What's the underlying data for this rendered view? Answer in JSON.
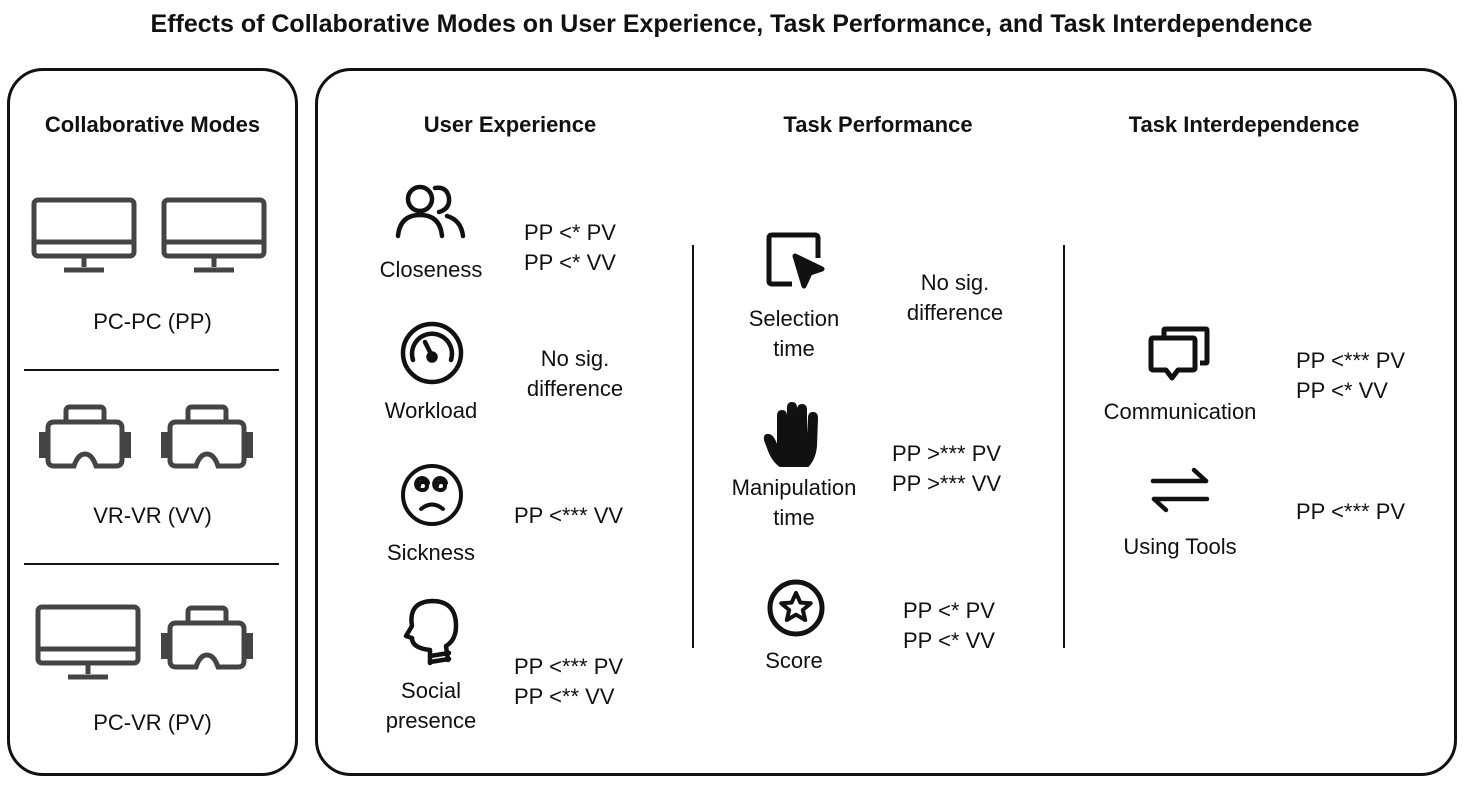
{
  "title": "Effects of Collaborative Modes on User Experience, Task Performance, and Task Interdependence",
  "modes": {
    "header": "Collaborative Modes",
    "items": [
      {
        "label": "PC-PC (PP)",
        "icons": [
          "monitor-icon",
          "monitor-icon"
        ]
      },
      {
        "label": "VR-VR (VV)",
        "icons": [
          "vr-headset-icon",
          "vr-headset-icon"
        ]
      },
      {
        "label": "PC-VR (PV)",
        "icons": [
          "monitor-icon",
          "vr-headset-icon"
        ]
      }
    ]
  },
  "user_experience": {
    "header": "User Experience",
    "items": [
      {
        "icon": "people-icon",
        "label": "Closeness",
        "result": [
          "PP <* PV",
          "PP <* VV"
        ]
      },
      {
        "icon": "gauge-icon",
        "label": "Workload",
        "result": [
          "No sig.",
          "difference"
        ]
      },
      {
        "icon": "dizzy-face-icon",
        "label": "Sickness",
        "result": [
          "PP <*** VV"
        ]
      },
      {
        "icon": "head-profile-icon",
        "label": [
          "Social",
          "presence"
        ],
        "result": [
          "PP <*** PV",
          "PP <** VV"
        ]
      }
    ]
  },
  "task_performance": {
    "header": "Task Performance",
    "items": [
      {
        "icon": "cursor-select-icon",
        "label": [
          "Selection",
          "time"
        ],
        "result": [
          "No sig.",
          "difference"
        ]
      },
      {
        "icon": "hand-icon",
        "label": [
          "Manipulation",
          "time"
        ],
        "result": [
          "PP >*** PV",
          "PP >*** VV"
        ]
      },
      {
        "icon": "star-badge-icon",
        "label": "Score",
        "result": [
          "PP <* PV",
          "PP <* VV"
        ]
      }
    ]
  },
  "task_interdependence": {
    "header": "Task Interdependence",
    "items": [
      {
        "icon": "chat-bubbles-icon",
        "label": "Communication",
        "result": [
          "PP <*** PV",
          "PP <* VV"
        ]
      },
      {
        "icon": "swap-arrows-icon",
        "label": "Using Tools",
        "result": [
          "PP <*** PV"
        ]
      }
    ]
  }
}
